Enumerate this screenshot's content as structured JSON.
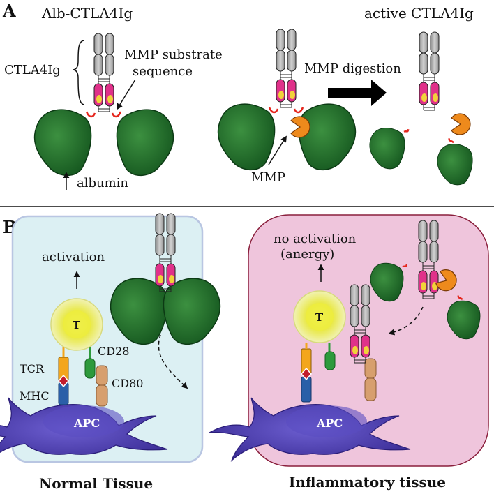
{
  "panel_a": {
    "letter": "A",
    "title_left": "Alb-CTLA4Ig",
    "title_right": "active CTLA4Ig",
    "ctla4ig_label": "CTLA4Ig",
    "substrate_label_1": "MMP substrate",
    "substrate_label_2": "sequence",
    "albumin_label": "albumin",
    "mmp_label": "MMP",
    "digestion_label": "MMP digestion"
  },
  "panel_b": {
    "letter": "B",
    "normal": {
      "activation_label": "activation",
      "t_label": "T",
      "tcr_label": "TCR",
      "mhc_label": "MHC",
      "cd28_label": "CD28",
      "cd80_label": "CD80",
      "apc_label": "APC",
      "caption": "Normal Tissue"
    },
    "inflammatory": {
      "no_activation_label_1": "no activation",
      "no_activation_label_2": "(anergy)",
      "t_label": "T",
      "apc_label": "APC",
      "caption": "Inflammatory tissue"
    }
  },
  "colors": {
    "normal_bg": "#dcf0f3",
    "normal_border": "#b9c6e2",
    "inflam_bg": "#efc5dc",
    "inflam_border": "#8a1f3c",
    "albumin_green": "#1f6b2a",
    "pink_domain": "#e0318a",
    "yellow_spot": "#f1d23a",
    "mmp_orange": "#ee8a1c",
    "apc_purple": "#4a38a8",
    "t_cell_yellow": "#ecec5a"
  }
}
